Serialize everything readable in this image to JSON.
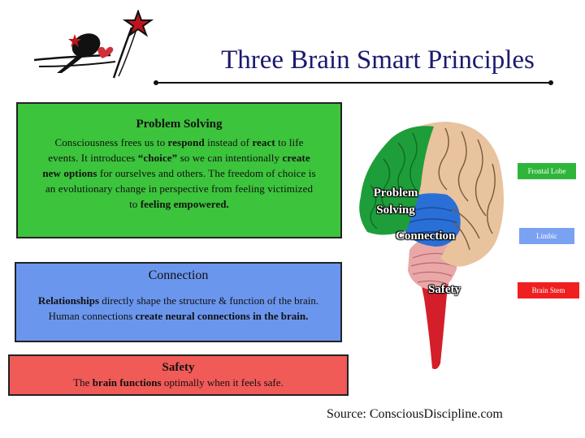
{
  "title": "Three Brain Smart Principles",
  "logo": {
    "icon": "star-heart-figure-logo",
    "accent": "#c0141c"
  },
  "problem_solving": {
    "heading": "Problem Solving",
    "body": [
      {
        "t": "Consciousness frees us to ",
        "b": false
      },
      {
        "t": "respond",
        "b": true
      },
      {
        "t": " instead of ",
        "b": false
      },
      {
        "t": "react",
        "b": true
      },
      {
        "t": " to life events.  It introduces ",
        "b": false
      },
      {
        "t": "“choice”",
        "b": true
      },
      {
        "t": " so we can intentionally ",
        "b": false
      },
      {
        "t": "create new options",
        "b": true
      },
      {
        "t": " for ourselves and others.  The freedom of choice is an evolutionary change in perspective from feeling victimized to ",
        "b": false
      },
      {
        "t": "feeling empowered.",
        "b": true
      }
    ],
    "color": "#3cc43c"
  },
  "connection": {
    "heading": "Connection",
    "body": [
      {
        "t": "Relationships",
        "b": true
      },
      {
        "t": " directly shape the structure & function of the brain.  Human connections ",
        "b": false
      },
      {
        "t": "create neural connections in the brain.",
        "b": true
      }
    ],
    "color": "#6b96ee"
  },
  "safety": {
    "heading": "Safety",
    "body": [
      {
        "t": "The ",
        "b": false
      },
      {
        "t": "brain functions",
        "b": true
      },
      {
        "t": " optimally when it feels safe.",
        "b": false
      }
    ],
    "color": "#f05a57"
  },
  "brain_labels": {
    "problem": "Problem Solving",
    "connection": "Connection",
    "safety": "Safety"
  },
  "region_tags": {
    "frontal": "Frontal Lobe",
    "limbic": "Limbic",
    "stem": "Brain Stem"
  },
  "source": "Source: ConsciousDiscipline.com"
}
